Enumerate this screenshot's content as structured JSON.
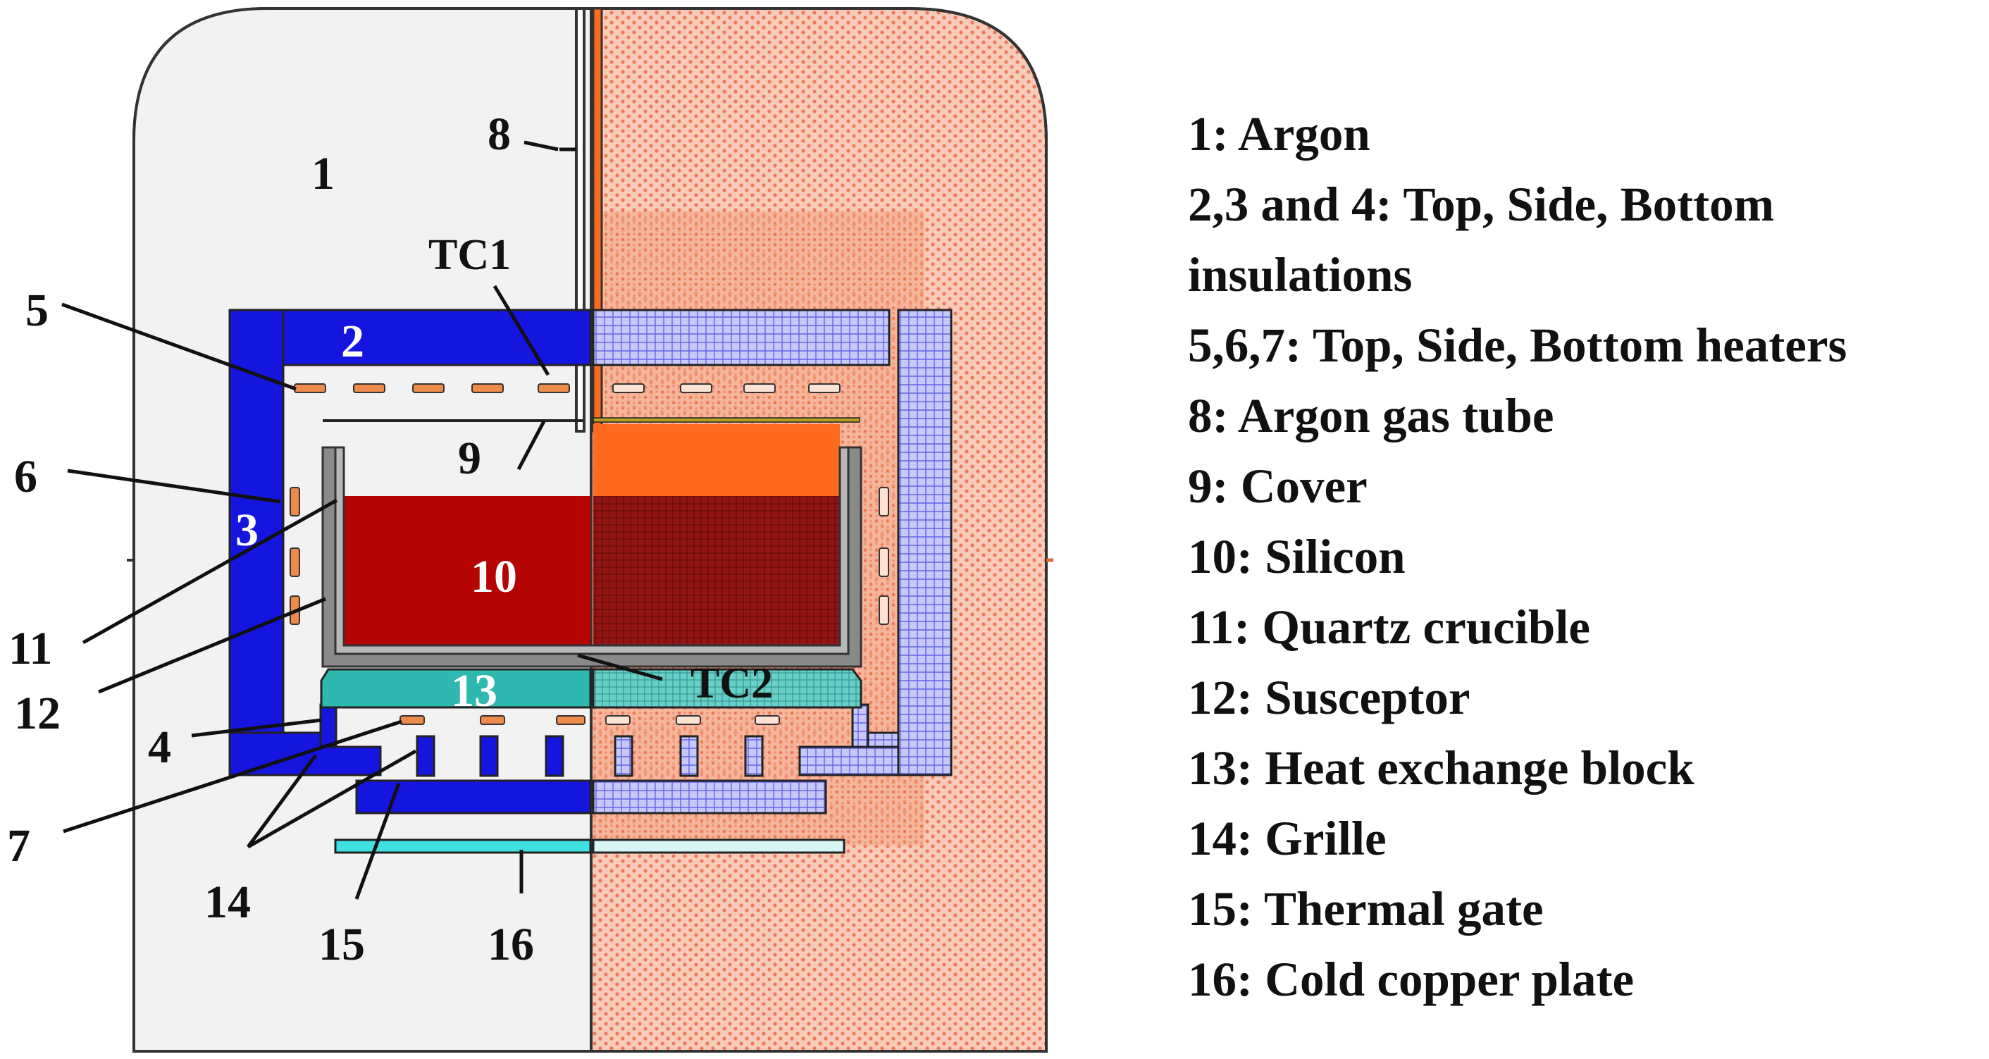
{
  "labels": {
    "n1": "1",
    "n2": "2",
    "n3": "3",
    "n4": "4",
    "n5": "5",
    "n6": "6",
    "n7": "7",
    "n8": "8",
    "n9": "9",
    "n10": "10",
    "n11": "11",
    "n12": "12",
    "n13": "13",
    "n14": "14",
    "n15": "15",
    "n16": "16",
    "tc1": "TC1",
    "tc2": "TC2"
  },
  "legend": [
    "1: Argon",
    "2,3 and 4: Top, Side, Bottom",
    "insulations",
    "5,6,7: Top, Side, Bottom heaters",
    "8: Argon gas tube",
    "9: Cover",
    "10: Silicon",
    "11: Quartz crucible",
    "12: Susceptor",
    "13: Heat exchange block",
    "14: Grille",
    "15: Thermal gate",
    "16: Cold copper plate"
  ],
  "colors": {
    "argon_left": "#f2f2f2",
    "mesh_right": "#f6c8b5",
    "mesh_dot": "#ec7a5a",
    "insulation": "#1515e0",
    "insulation_mesh": "#9c9cf0",
    "heater": "#ee8a4a",
    "silicon": "#b40404",
    "silicon_mesh": "#8c1111",
    "argon_hot": "#ff6a1e",
    "crucible": "#909090",
    "heat_block": "#2eb8b0",
    "copper_plate": "#3fe0e0",
    "outline": "#222222"
  }
}
